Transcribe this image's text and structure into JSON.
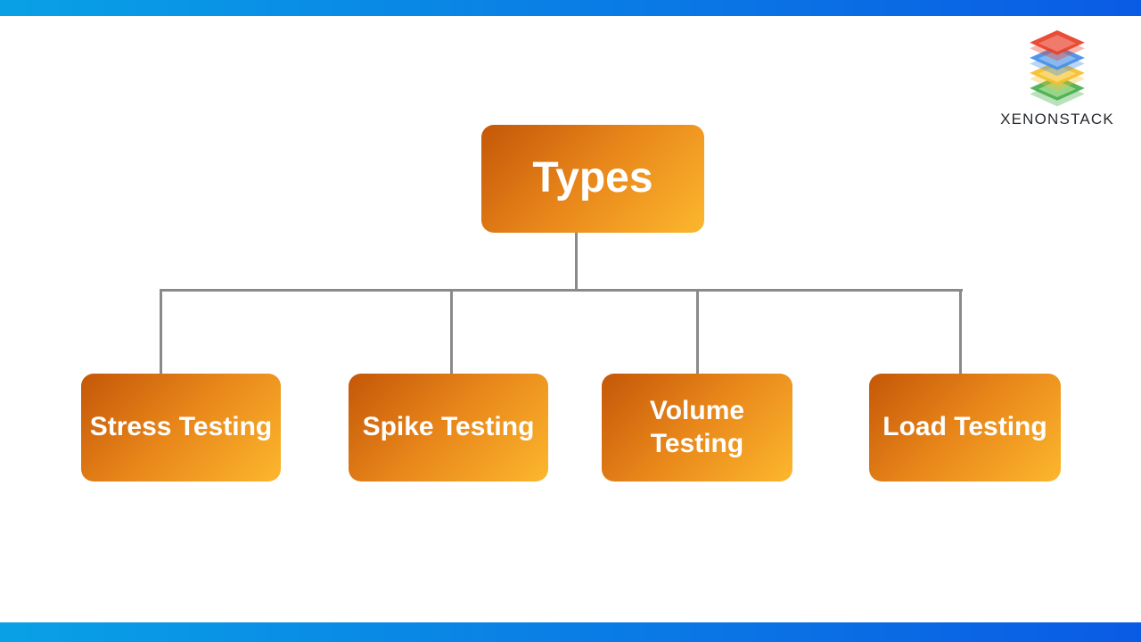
{
  "page": {
    "background": "#FFFFFF",
    "accent_bar_gradient": [
      "#09A1E6",
      "#0A5BE4"
    ]
  },
  "logo": {
    "brand": "XENONSTACK",
    "layer_colors": [
      "#E8432A",
      "#4A90E8",
      "#F5C02F",
      "#4CAF50"
    ],
    "text_color": "#26292E"
  },
  "diagram": {
    "root": {
      "label": "Types"
    },
    "children": [
      {
        "label": "Stress Testing"
      },
      {
        "label": "Spike Testing"
      },
      {
        "label": "Volume Testing"
      },
      {
        "label": "Load Testing"
      }
    ],
    "node_gradient": [
      "#C45708",
      "#FCB72D"
    ],
    "node_text_color": "#FFFFFF",
    "connector_color": "#8A8A8A"
  }
}
